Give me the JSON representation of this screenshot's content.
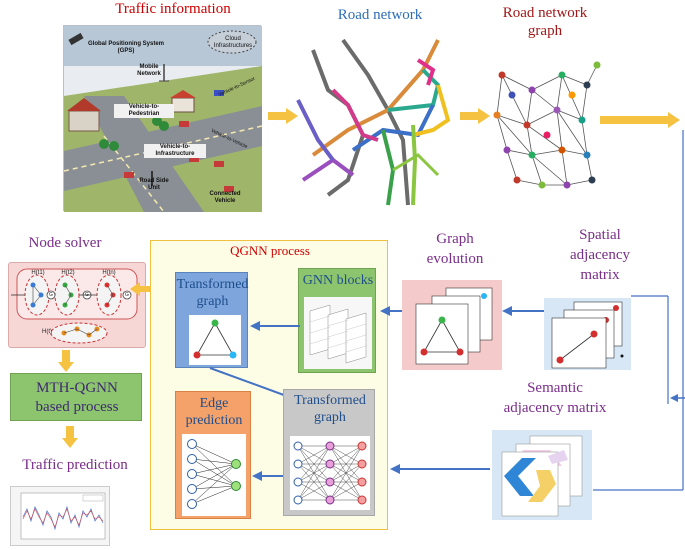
{
  "titles": {
    "traffic_information": "Traffic information",
    "road_network": "Road network",
    "road_network_graph_line1": "Road network",
    "road_network_graph_line2": "graph",
    "node_solver": "Node solver",
    "qgnn_process": "QGNN process",
    "graph_evolution_line1": "Graph",
    "graph_evolution_line2": "evolution",
    "spatial_line1": "Spatial",
    "spatial_line2": "adjacency",
    "spatial_line3": "matrix",
    "semantic_line1": "Semantic",
    "semantic_line2": "adjacency matrix",
    "transformed_graph_1_line1": "Transformed",
    "transformed_graph_1_line2": "graph",
    "gnn_blocks": "GNN blocks",
    "edge_prediction_line1": "Edge",
    "edge_prediction_line2": "prediction",
    "transformed_graph_2_line1": "Transformed",
    "transformed_graph_2_line2": "graph",
    "mth_qgnn_line1": "MTH-QGNN",
    "mth_qgnn_line2": "based process",
    "traffic_prediction": "Traffic prediction"
  },
  "traffic_scene": {
    "gps": "Global Positioning System (GPS)",
    "cloud": "Cloud Infrastructures",
    "mobile": "Mobile Network",
    "v2p": "Vehicle-to-Pedestrian",
    "v2i": "Vehicle-to-Infrastructure",
    "v2s": "Vehicle-to-Sensor",
    "v2v": "Vehicle-to-Vehicle",
    "rsu": "Road Side Unit",
    "connected": "Connected Vehicle"
  },
  "node_solver_labels": {
    "h1": "H(t1)",
    "h2": "H(t2)",
    "hn": "H(tn)",
    "ht": "H(t)",
    "grad": "G"
  },
  "colors": {
    "red_title": "#cc0000",
    "purple_title": "#7a2d8a",
    "blue_title": "#2f6fb8",
    "arrow_orange": "#f5c242",
    "arrow_blue": "#4472c4",
    "mth_box": "#8dc56e",
    "qgnn_border": "#f0c040"
  }
}
